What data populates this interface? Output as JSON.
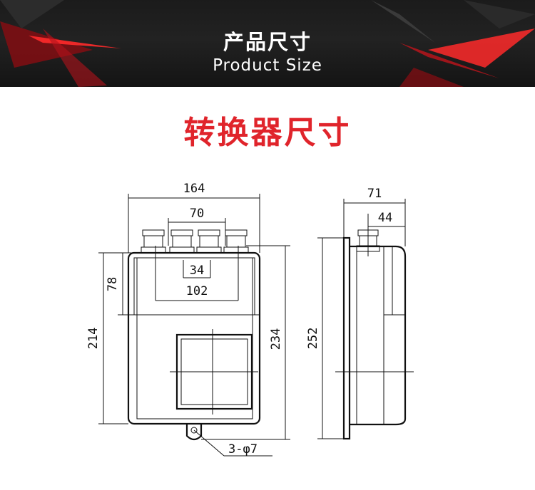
{
  "banner": {
    "title": "产品尺寸",
    "subtitle": "Product Size"
  },
  "heading": "转换器尺寸",
  "dimensions": {
    "front_width": "164",
    "gland_span": "70",
    "gland_pitch": "34",
    "mount_spacing": "102",
    "upper_height": "78",
    "body_height": "214",
    "total_height": "234",
    "depth_total": "71",
    "depth_gland": "44",
    "side_height": "252",
    "mount_hole": "3-φ7"
  },
  "colors": {
    "heading": "#e0242b",
    "banner_bg": "#1b1b1b",
    "banner_accent": "#e0242b"
  }
}
